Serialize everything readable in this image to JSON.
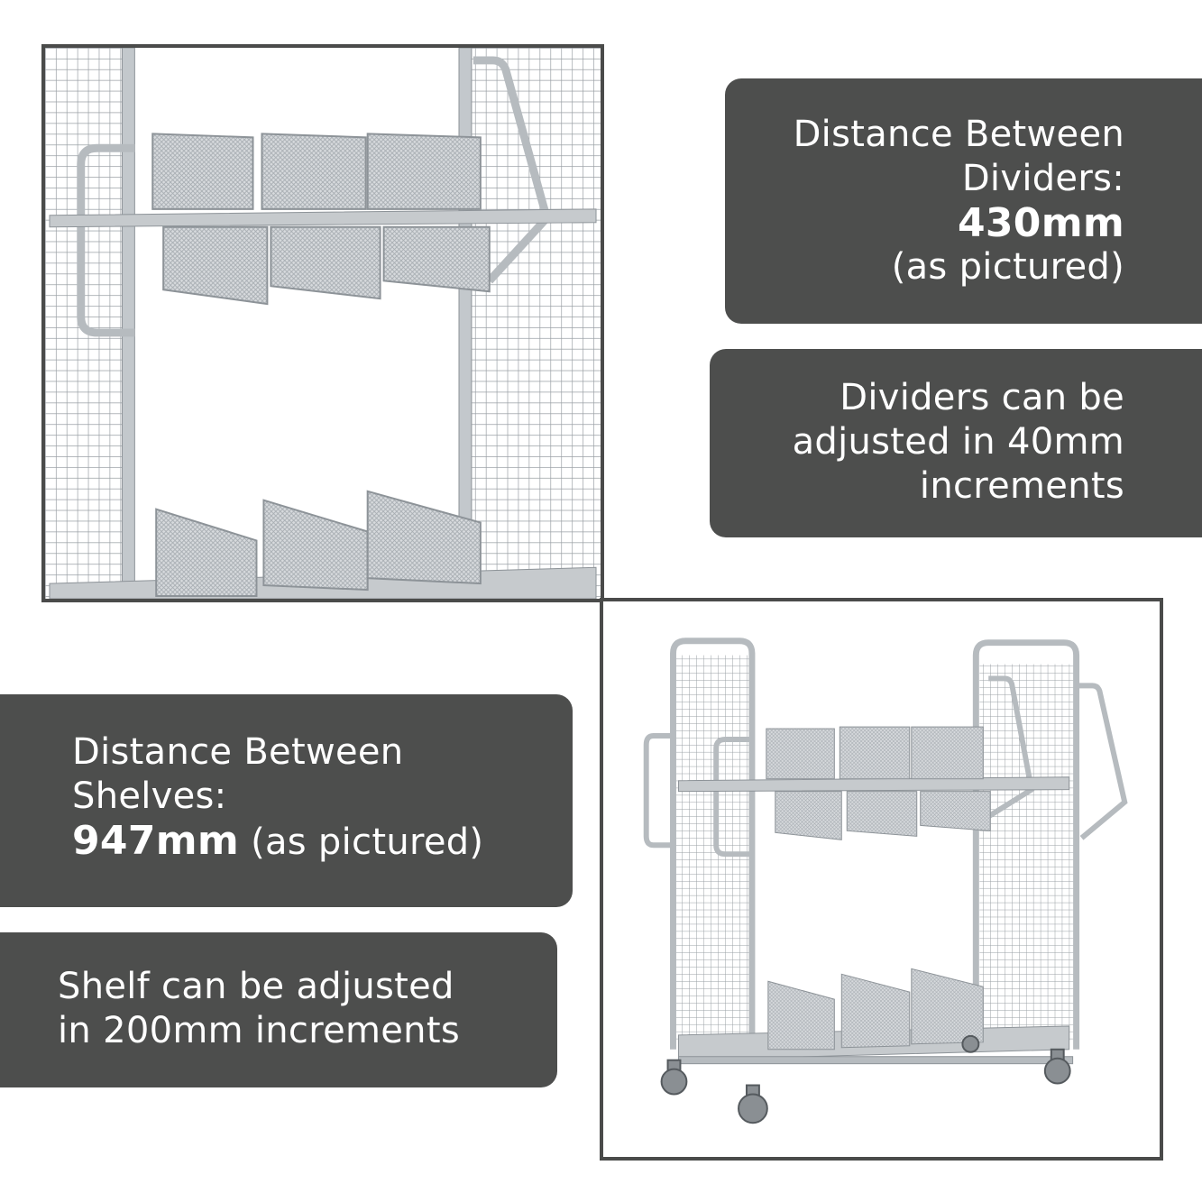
{
  "callouts": {
    "dividers_distance": {
      "line1": "Distance Between",
      "line2": "Dividers:",
      "value": "430mm",
      "note": "(as pictured)"
    },
    "dividers_adjust": {
      "line1": "Dividers can be",
      "line2": "adjusted in 40mm",
      "line3": "increments"
    },
    "shelves_distance": {
      "line1": "Distance Between",
      "line2": "Shelves:",
      "value": "947mm",
      "note": "(as pictured)"
    },
    "shelf_adjust": {
      "line1": "Shelf can be adjusted",
      "line2": "in 200mm increments"
    }
  },
  "colors": {
    "panel": "#4d4e4d",
    "frame_border": "#4a4b4a",
    "metal": "#b9bec2",
    "metal_dark": "#8d9398",
    "text": "#ffffff"
  },
  "icons": {
    "closeup_image": "trolley-closeup-image",
    "product_image": "trolley-product-image"
  }
}
